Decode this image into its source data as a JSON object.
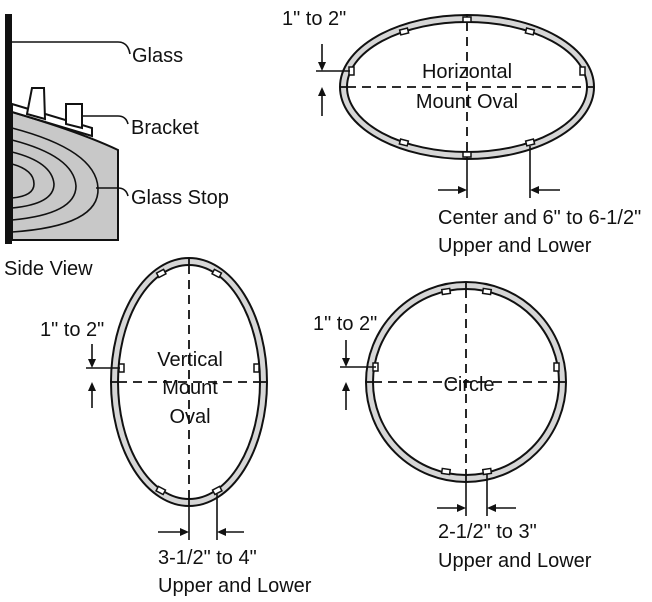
{
  "side_view": {
    "caption": "Side View",
    "glass_label": "Glass",
    "bracket_label": "Bracket",
    "glass_stop_label": "Glass Stop"
  },
  "horizontal_oval": {
    "title_line1": "Horizontal",
    "title_line2": "Mount Oval",
    "offset_label": "1\" to 2\"",
    "spacing_line1": "Center and 6\" to 6-1/2\"",
    "spacing_line2": "Upper and Lower"
  },
  "vertical_oval": {
    "title_line1": "Vertical",
    "title_line2": "Mount",
    "title_line3": "Oval",
    "offset_label": "1\" to 2\"",
    "spacing_line1": "3-1/2\" to 4\"",
    "spacing_line2": "Upper and Lower"
  },
  "circle": {
    "title": "Circle",
    "offset_label": "1\" to 2\"",
    "spacing_line1": "2-1/2\" to 3\"",
    "spacing_line2": "Upper and Lower"
  },
  "colors": {
    "line": "#111111",
    "ring_fill": "#d6d6d6",
    "stop_fill": "#c8c8c8"
  }
}
